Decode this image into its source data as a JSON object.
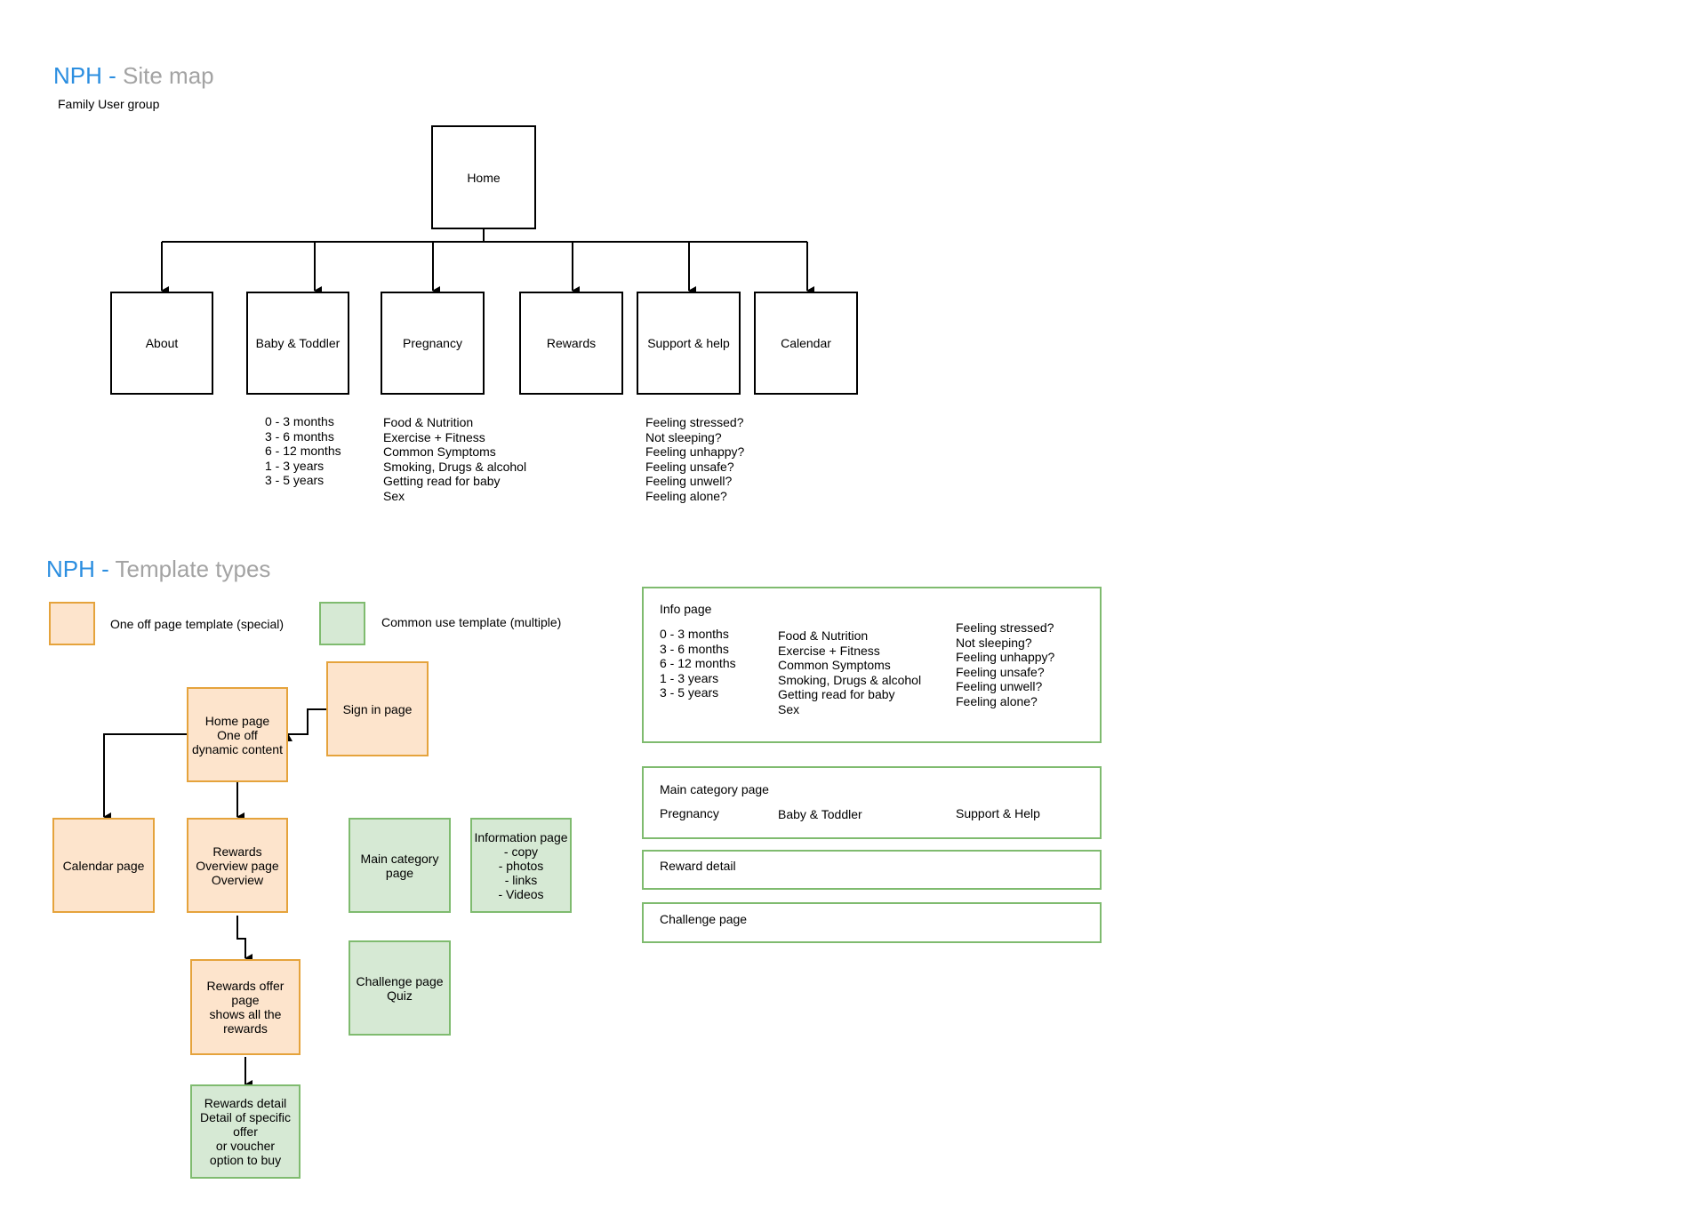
{
  "sitemap": {
    "title_brand": "NPH",
    "title_sep": " - ",
    "title_sub": "Site map",
    "subtitle": "Family User group",
    "home": "Home",
    "nodes": {
      "about": "About",
      "baby": "Baby & Toddler",
      "pregnancy": "Pregnancy",
      "rewards": "Rewards",
      "support": "Support & help",
      "calendar": "Calendar"
    },
    "baby_items": [
      "0 - 3 months",
      "3 - 6 months",
      "6 - 12 months",
      "1 - 3 years",
      "3 - 5 years"
    ],
    "pregnancy_items": [
      "Food & Nutrition",
      "Exercise + Fitness",
      "Common Symptoms",
      "Smoking, Drugs & alcohol",
      "Getting read for baby",
      "Sex"
    ],
    "support_items": [
      "Feeling stressed?",
      "Not sleeping?",
      "Feeling unhappy?",
      "Feeling unsafe?",
      "Feeling unwell?",
      "Feeling alone?"
    ]
  },
  "templates": {
    "title_brand": "NPH",
    "title_sep": " - ",
    "title_sub": "Template types",
    "legend_oneoff": "One off page template (special)",
    "legend_common": "Common use template (multiple)",
    "colors": {
      "oneoff_fill": "#fde4cc",
      "oneoff_border": "#e5a33c",
      "common_fill": "#d6e9d4",
      "common_border": "#7fbb6f",
      "brand": "#2b8ee0"
    },
    "boxes": {
      "home": "Home page\nOne off\ndynamic content",
      "signin": "Sign in page",
      "calendar": "Calendar page",
      "rewards_overview": "Rewards\nOverview page\nOverview",
      "rewards_offer": "Rewards offer\npage\nshows all the\nrewards",
      "rewards_detail": "Rewards detail\nDetail of specific\noffer\nor voucher\noption to buy",
      "main_category": "Main category\npage",
      "information": "Information page\n- copy\n- photos\n- links\n- Videos",
      "challenge": "Challenge page\nQuiz"
    }
  },
  "panels": {
    "info": {
      "title": "Info page",
      "col1": [
        "0 - 3 months",
        "3 - 6 months",
        "6 - 12 months",
        "1 - 3 years",
        "3 - 5 years"
      ],
      "col2": [
        "Food & Nutrition",
        "Exercise + Fitness",
        "Common Symptoms",
        "Smoking, Drugs & alcohol",
        "Getting read for baby",
        "Sex"
      ],
      "col3": [
        "Feeling stressed?",
        "Not sleeping?",
        "Feeling unhappy?",
        "Feeling unsafe?",
        "Feeling unwell?",
        "Feeling alone?"
      ]
    },
    "main_category": {
      "title": "Main category page",
      "items": [
        "Pregnancy",
        "Baby & Toddler",
        "Support & Help"
      ]
    },
    "reward_detail": {
      "title": "Reward detail"
    },
    "challenge": {
      "title": "Challenge page"
    }
  }
}
